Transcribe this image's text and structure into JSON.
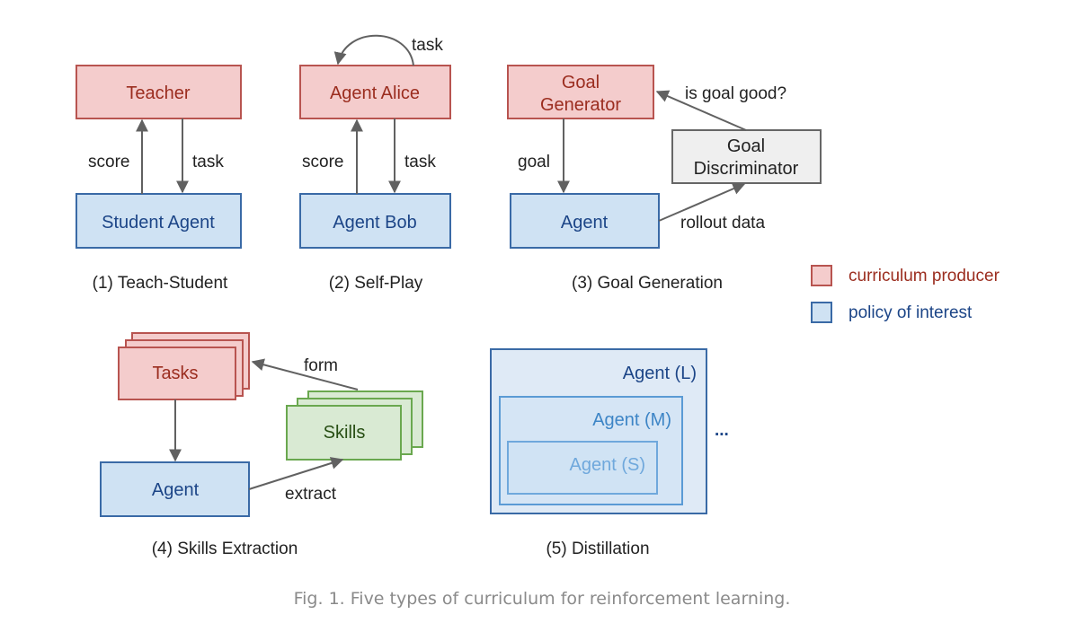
{
  "colors": {
    "red_fill": "#f4cccc",
    "red_stroke": "#b85450",
    "red_text": "#9b2d1f",
    "blue_fill": "#cfe2f3",
    "blue_stroke": "#3a6aa6",
    "blue_text": "#1c4587",
    "green_fill": "#d9ead3",
    "green_stroke": "#6aa84f",
    "gray_fill": "#efefef",
    "gray_stroke": "#666666",
    "arrow": "#616161"
  },
  "panels": {
    "teach_student": {
      "caption": "(1) Teach-Student",
      "teacher": "Teacher",
      "student": "Student Agent",
      "score": "score",
      "task": "task"
    },
    "self_play": {
      "caption": "(2) Self-Play",
      "alice": "Agent Alice",
      "bob": "Agent Bob",
      "loop_task": "task",
      "score": "score",
      "task": "task"
    },
    "goal_generation": {
      "caption": "(3) Goal Generation",
      "generator_line1": "Goal",
      "generator_line2": "Generator",
      "discriminator_line1": "Goal",
      "discriminator_line2": "Discriminator",
      "agent": "Agent",
      "goal": "goal",
      "is_goal_good": "is goal good?",
      "rollout": "rollout data"
    },
    "skills_extraction": {
      "caption": "(4) Skills Extraction",
      "tasks": "Tasks",
      "skills": "Skills",
      "agent": "Agent",
      "form": "form",
      "extract": "extract"
    },
    "distillation": {
      "caption": "(5) Distillation",
      "large": "Agent (L)",
      "medium": "Agent (M)",
      "small": "Agent (S)",
      "ellipsis": "..."
    }
  },
  "legend": {
    "producer": "curriculum producer",
    "policy": "policy of interest"
  },
  "figure_caption": "Fig. 1. Five types of curriculum for reinforcement learning."
}
